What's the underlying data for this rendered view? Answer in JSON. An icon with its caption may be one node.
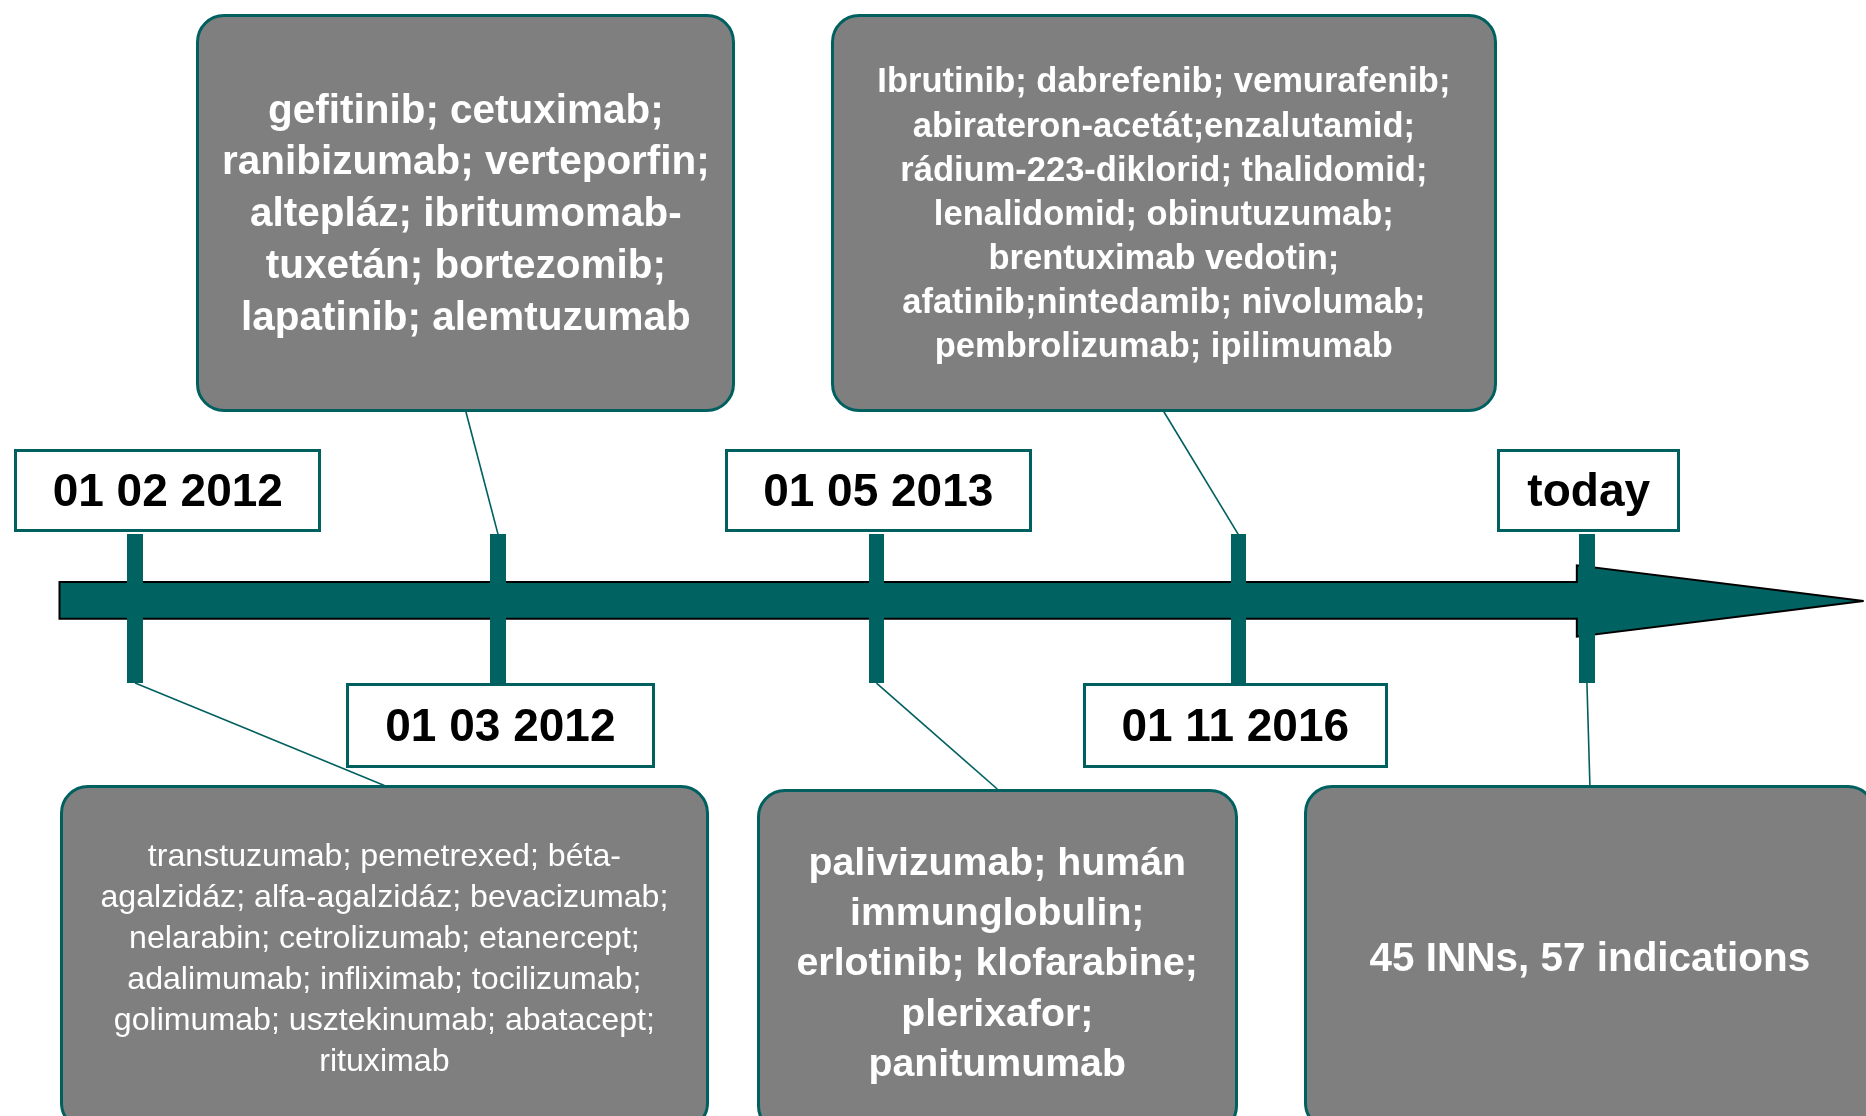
{
  "diagram": {
    "nodes": [
      {
        "text": [
          "gefitinib; cetuximab; ranibizumab; verteporfin; altepláz; ibritumomab-tuxetán; bortezomib; lapatinib; alemtuzumab"
        ]
      },
      {
        "text": [
          "Ibrutinib; dabrefenib; vemurafenib; abirateron-acetát;enzalutamid; rádium-223-diklorid; thalidomid; lenalidomid; obinutuzumab; brentuximab vedotin; afatinib;nintedamib; nivolumab; pembrolizumab; ipilimumab"
        ]
      },
      {
        "text": [
          "01 02 2012"
        ]
      },
      {
        "text": [
          "01 05 2013"
        ]
      },
      {
        "text": [
          "today"
        ]
      },
      {
        "text": [],
        "shape": "bar"
      },
      {
        "text": [],
        "shape": "bar"
      },
      {
        "text": [],
        "shape": "bar"
      },
      {
        "text": [],
        "shape": "bar"
      },
      {
        "text": [],
        "shape": "bar"
      },
      {
        "text": [
          "01 03 2012"
        ]
      },
      {
        "text": [
          "01 11 2016"
        ]
      },
      {
        "text": [
          "transtuzumab; pemetrexed; béta-agalzidáz; alfa-agalzidáz; bevacizumab; nelarabin; cetrolizumab; etanercept; adalimumab; infliximab; tocilizumab; golimumab; usztekinumab; abatacept; rituximab"
        ]
      },
      {
        "text": [
          "palivizumab; humán immunglobulin; erlotinib; klofarabine; plerixafor; panitumumab"
        ]
      },
      {
        "text": [
          "45 INNs, 57 indications"
        ]
      }
    ],
    "edges": [
      {
        "from": 0,
        "to": 6,
        "arrow": "none"
      },
      {
        "from": 1,
        "to": 8,
        "arrow": "none"
      },
      {
        "from": 12,
        "to": 5,
        "arrow": "none"
      },
      {
        "from": 13,
        "to": 7,
        "arrow": "none"
      },
      {
        "from": 14,
        "to": 9,
        "arrow": "none"
      }
    ]
  }
}
